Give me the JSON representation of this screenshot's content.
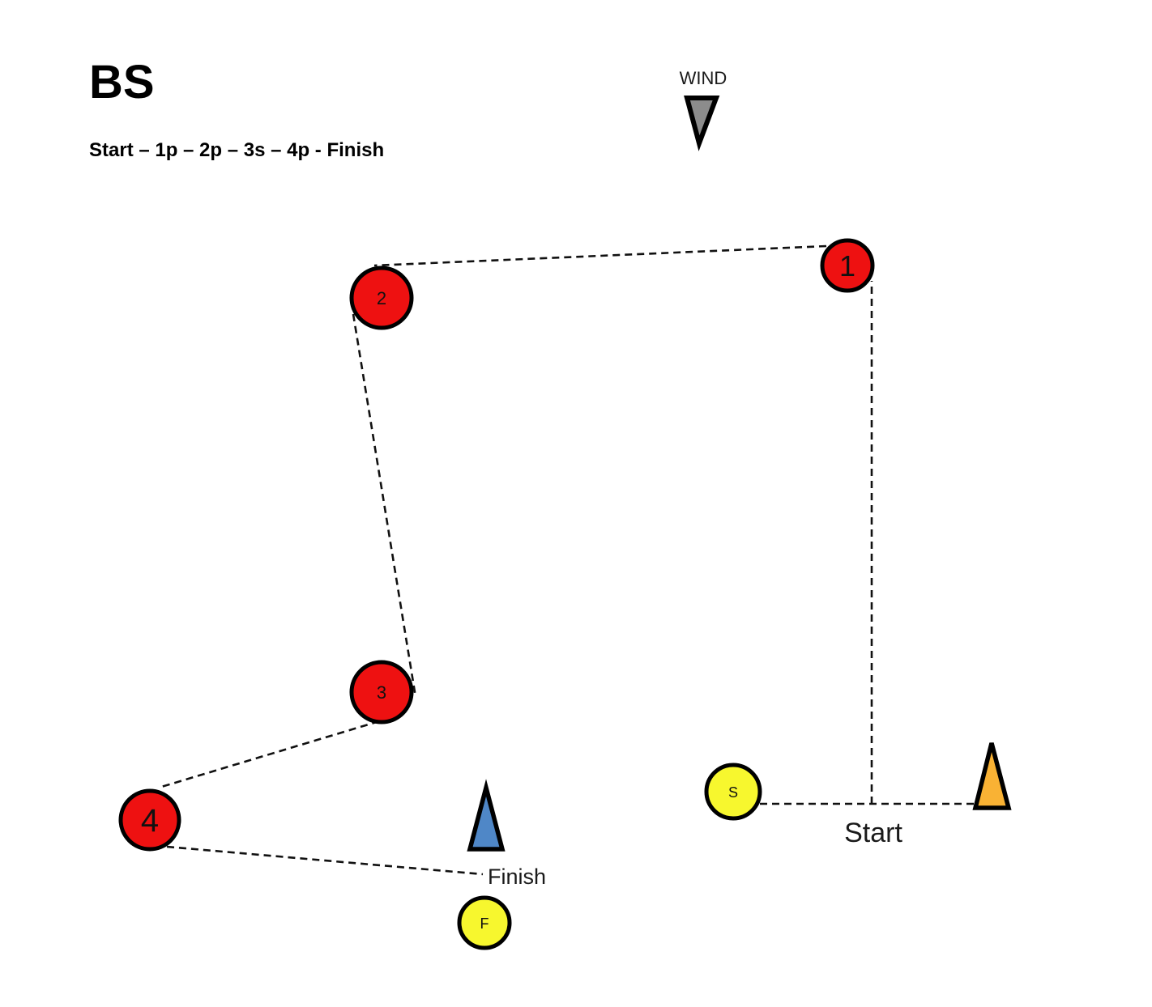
{
  "header": {
    "title": "BS",
    "course_sequence": "Start – 1p – 2p – 3s – 4p - Finish"
  },
  "wind": {
    "label": "WIND"
  },
  "marks": [
    {
      "label": "1"
    },
    {
      "label": "2"
    },
    {
      "label": "3"
    },
    {
      "label": "4"
    }
  ],
  "start_line": {
    "label": "Start",
    "committee_boat_label": "S"
  },
  "finish_line": {
    "label": "Finish",
    "committee_boat_label": "F"
  },
  "colors": {
    "mark_red": "#ee1111",
    "buoy_yellow": "#f7f72e",
    "start_pin_orange": "#f9b234",
    "finish_pin_blue": "#4f87c7",
    "wind_arrow_gray": "#8c8c8c",
    "course_line": "#111111"
  }
}
